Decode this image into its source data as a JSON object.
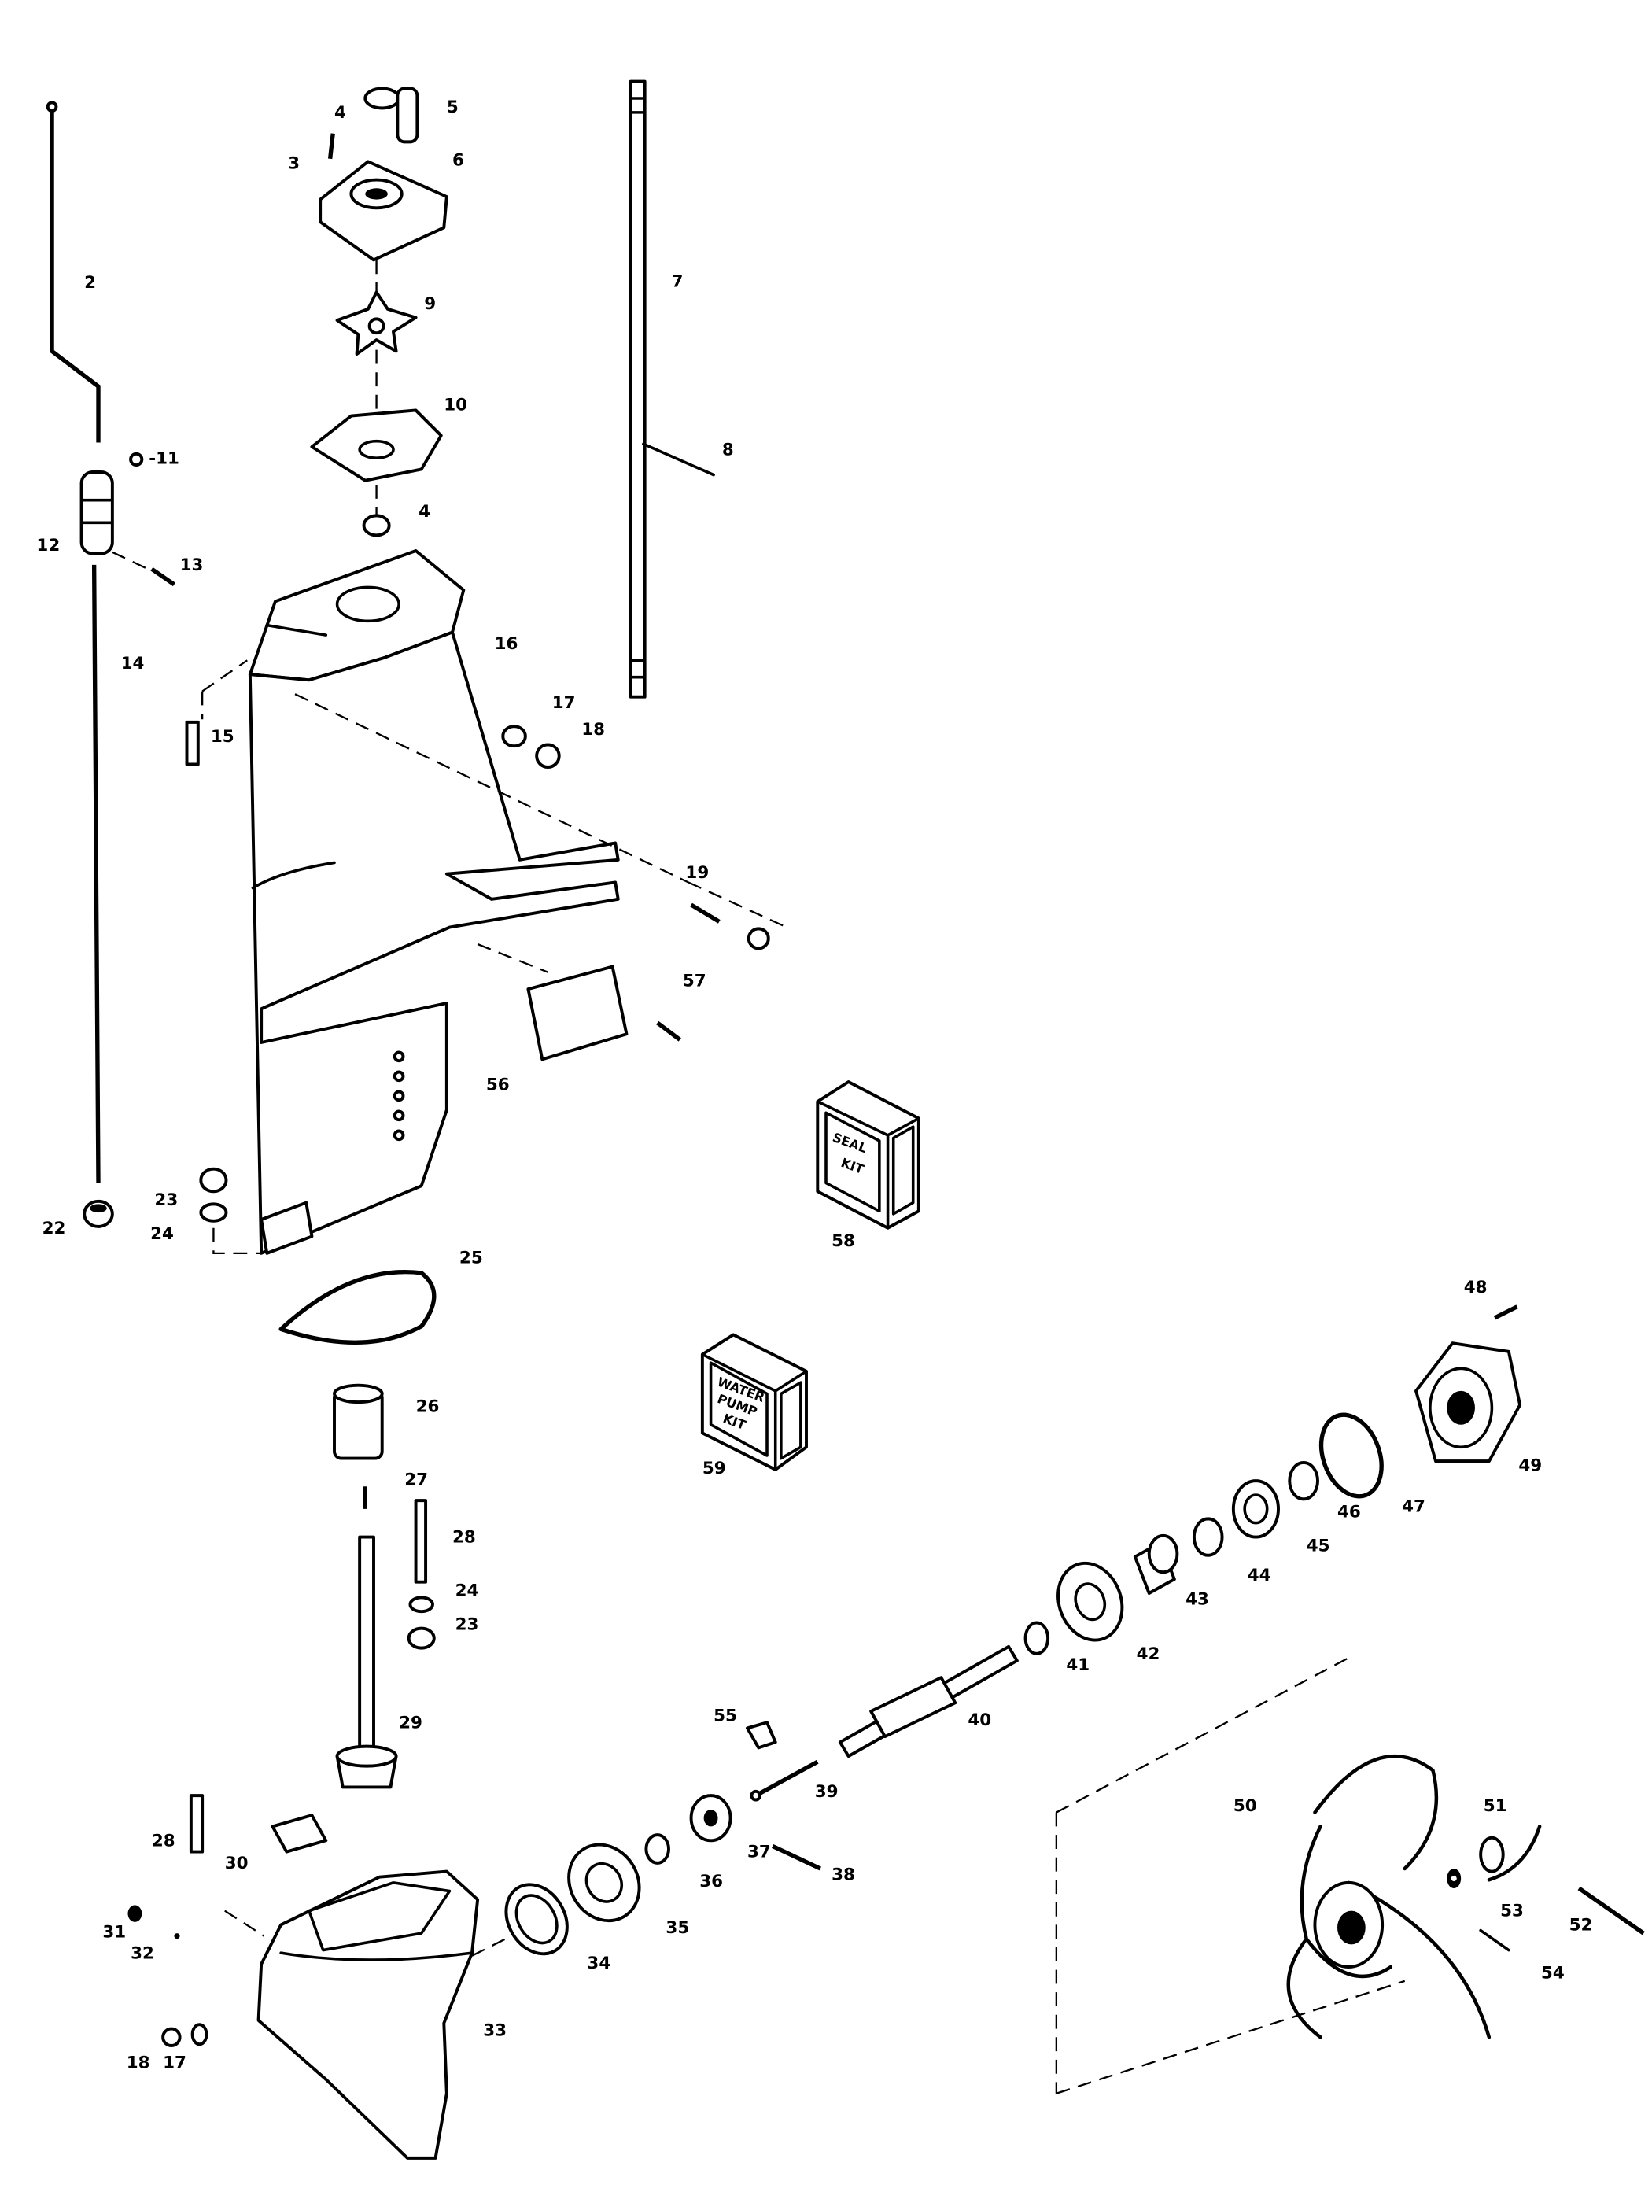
{
  "diagram": {
    "type": "exploded parts diagram",
    "line_color": "#000000",
    "background_color": "#ffffff"
  },
  "callouts": [
    "2",
    "3",
    "4",
    "5",
    "6",
    "7",
    "8",
    "9",
    "10",
    "-11",
    "4",
    "12",
    "13",
    "14",
    "15",
    "16",
    "17",
    "18",
    "19",
    "57",
    "56",
    "58",
    "23",
    "24",
    "22",
    "25",
    "59",
    "48",
    "49",
    "47",
    "46",
    "45",
    "44",
    "43",
    "42",
    "41",
    "40",
    "26",
    "27",
    "28",
    "24",
    "23",
    "29",
    "55",
    "39",
    "38",
    "37",
    "36",
    "35",
    "34",
    "33",
    "28",
    "30",
    "31",
    "32",
    "18",
    "17",
    "50",
    "51",
    "53",
    "52",
    "54"
  ],
  "kits": {
    "seal_kit": {
      "line1": "SEAL",
      "line2": "KIT"
    },
    "water_pump_kit": {
      "line1": "WATER",
      "line2": "PUMP",
      "line3": "KIT"
    }
  }
}
